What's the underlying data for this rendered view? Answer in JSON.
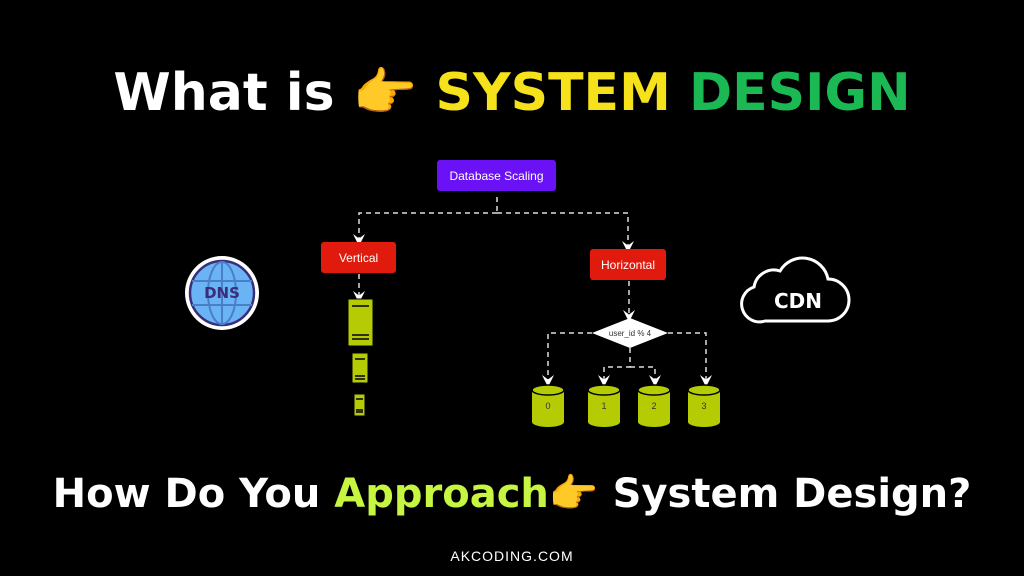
{
  "title": {
    "prefix": "What is ",
    "pointer": "👉",
    "highlight1": "SYSTEM",
    "highlight2": "DESIGN"
  },
  "subtitle": {
    "prefix": "How Do You ",
    "highlight": "Approach",
    "pointer": "👉",
    "suffix": " System Design?"
  },
  "footer": "AKCODING.COM",
  "diagram": {
    "root": "Database Scaling",
    "vertical": "Vertical",
    "horizontal": "Horizontal",
    "decision": "user_id % 4",
    "shards": [
      "0",
      "1",
      "2",
      "3"
    ]
  },
  "icons": {
    "dns": "DNS",
    "cdn": "CDN"
  },
  "colors": {
    "yellow": "#f5e21b",
    "green": "#1bb954",
    "lime": "#c6f542",
    "purple": "#6a11f5",
    "red": "#e01a0d",
    "db": "#b5cc05"
  }
}
